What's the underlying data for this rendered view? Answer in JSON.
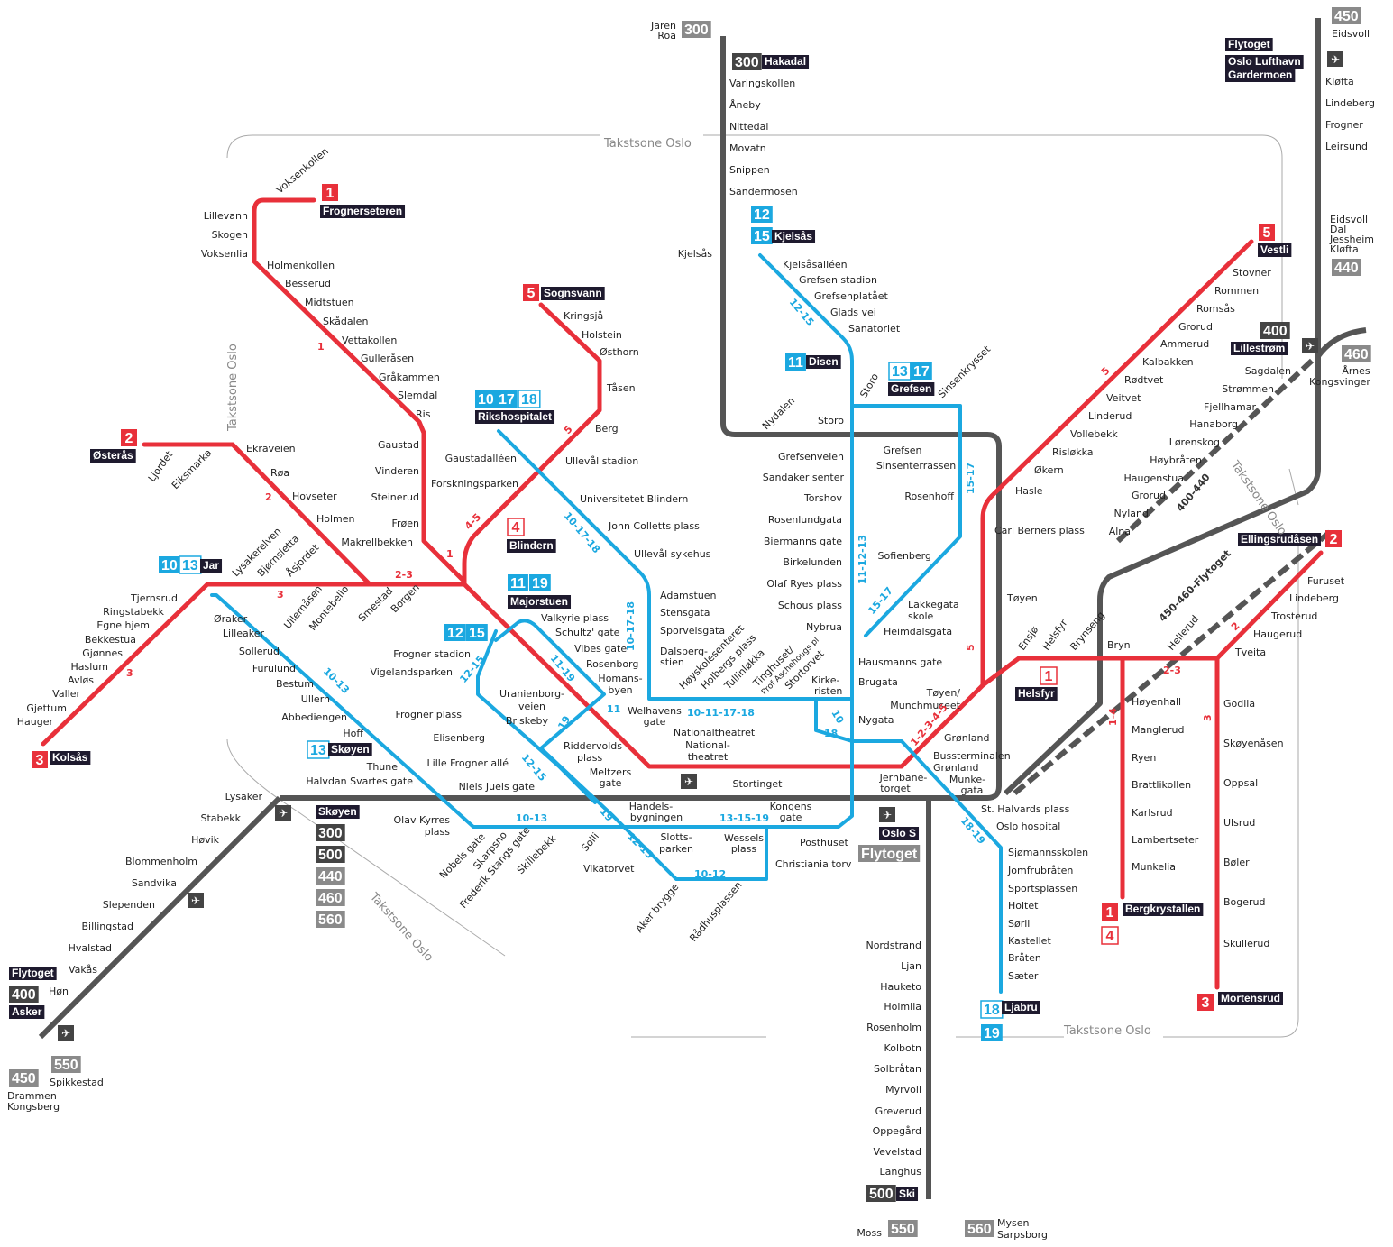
{
  "title": "Oslo rail, metro and tram network map",
  "colors": {
    "metro": "#e8303a",
    "tram": "#1ba8e0",
    "rail": "#555555",
    "badge_dark": "#1e1a2e",
    "zone": "#aaaaaa"
  },
  "zone_labels": [
    "Takstsone Oslo",
    "Takstsone Oslo",
    "Takstsone Oslo",
    "Takstsone Oslo",
    "Takstsone Oslo"
  ],
  "metro_stations": [
    "Voksenkollen",
    "Lillevann",
    "Skogen",
    "Voksenlia",
    "Holmenkollen",
    "Besserud",
    "Midtstuen",
    "Skådalen",
    "Vettakollen",
    "Gulleråsen",
    "Gråkammen",
    "Slemdal",
    "Ris",
    "Gaustad",
    "Vinderen",
    "Steinerud",
    "Frøen",
    "Makrellbekken",
    "Holmen",
    "Hovseter",
    "Røa",
    "Ekraveien",
    "Ljordet",
    "Eiksmarka",
    "Lysakerelven",
    "Bjørnsletta",
    "Åsjordet",
    "Ullernåsen",
    "Montebello",
    "Smestad",
    "Borgen",
    "Tjernsrud",
    "Ringstabekk",
    "Egne hjem",
    "Bekkestua",
    "Gjønnes",
    "Haslum",
    "Avløs",
    "Valler",
    "Gjettum",
    "Hauger",
    "Kringsjå",
    "Holstein",
    "Østhorn",
    "Tåsen",
    "Berg",
    "Ullevål stadion",
    "Forskningsparken",
    "Nationaltheatret",
    "Stortinget",
    "Grønland",
    "Tøyen",
    "Carl Berners plass",
    "Hasle",
    "Økern",
    "Risløkka",
    "Vollebekk",
    "Linderud",
    "Veitvet",
    "Rødtvet",
    "Kalbakken",
    "Ammerud",
    "Grorud",
    "Romsås",
    "Rommen",
    "Stovner",
    "Ensjø",
    "Helsfyr",
    "Brynseng",
    "Bryn",
    "Hellerud",
    "Høyenhall",
    "Manglerud",
    "Ryen",
    "Brattlikollen",
    "Karlsrud",
    "Lambertseter",
    "Munkelia",
    "Godlia",
    "Skøyenåsen",
    "Oppsal",
    "Ulsrud",
    "Bøler",
    "Bogerud",
    "Skullerud",
    "Tveita",
    "Haugerud",
    "Trosterud",
    "Lindeberg",
    "Furuset"
  ],
  "tram_stations": [
    "Kjelsåsalléen",
    "Grefsen stadion",
    "Grefsenplatået",
    "Glads vei",
    "Sanatoriet",
    "Storo",
    "Storo",
    "Grefsen",
    "Sinsenterrassen",
    "Sinsenkrysset",
    "Rosenhoff",
    "Sofienberg",
    "Lakkegata",
    "skole",
    "Heimdalsgata",
    "Hausmanns gate",
    "Brugata",
    "Nygata",
    "Grefsenveien",
    "Sandaker senter",
    "Torshov",
    "Rosenlundgata",
    "Biermanns gate",
    "Birkelunden",
    "Olaf Ryes plass",
    "Schous plass",
    "Nybrua",
    "Kirke-",
    "risten",
    "Stortorvet",
    "Tinghuset/",
    "Prof Aschehougs pl",
    "Tullinløkka",
    "Holbergs plass",
    "Høyskolesenteret",
    "Dalsberg-",
    "stien",
    "Sporveisgata",
    "Stensgata",
    "Adamstuen",
    "Ullevål sykehus",
    "John Colletts plass",
    "Universitetet Blindern",
    "Gaustadalléen",
    "Welhavens",
    "gate",
    "Homans-",
    "byen",
    "Rosenborg",
    "Vibes gate",
    "Schultz' gate",
    "Valkyrie plass",
    "Frogner stadion",
    "Vigelandsparken",
    "Uranienborg-",
    "veien",
    "Briskeby",
    "Frogner plass",
    "Elisenberg",
    "Riddervolds",
    "plass",
    "Meltzers",
    "gate",
    "Lille Frogner allé",
    "Niels Juels gate",
    "Olav Kyrres",
    "plass",
    "Nobels gate",
    "Skarpsno",
    "Frederik Stangs gate",
    "Skillebekk",
    "Solli",
    "Vikatorvet",
    "Aker brygge",
    "Rådhusplassen",
    "Handels-",
    "bygningen",
    "Slotts-",
    "parken",
    "Kongens",
    "gate",
    "Wessels",
    "plass",
    "Posthuset",
    "Christiania torv",
    "Oslo hospital",
    "St. Halvards plass",
    "Munke-",
    "gata",
    "Bussterminalen",
    "Grønland",
    "Jernbane-",
    "torget",
    "Tøyen/",
    "Munchmuseet",
    "Sjømannsskolen",
    "Jomfrubråten",
    "Sportsplassen",
    "Holtet",
    "Sørli",
    "Kastellet",
    "Bråten",
    "Sæter",
    "Øraker",
    "Lilleaker",
    "Sollerud",
    "Furulund",
    "Bestum",
    "Ullern",
    "Abbediengen",
    "Hoff",
    "Thune",
    "Halvdan Svartes gate",
    "National-",
    "theatret"
  ],
  "rail_stations": [
    "Jaren",
    "Roa",
    "Varingskollen",
    "Åneby",
    "Nittedal",
    "Movatn",
    "Snippen",
    "Sandermosen",
    "Kjelsås",
    "Nydalen",
    "Lysaker",
    "Stabekk",
    "Høvik",
    "Blommenholm",
    "Sandvika",
    "Slependen",
    "Billingstad",
    "Hvalstad",
    "Vakås",
    "Høn",
    "Spikkestad",
    "Drammen",
    "Kongsberg",
    "Nordstrand",
    "Ljan",
    "Hauketo",
    "Holmlia",
    "Rosenholm",
    "Kolbotn",
    "Solbråtan",
    "Myrvoll",
    "Greverud",
    "Oppegård",
    "Vevelstad",
    "Langhus",
    "Moss",
    "Mysen",
    "Sarpsborg",
    "Eidsvoll",
    "Kløfta",
    "Lindeberg",
    "Frogner",
    "Leirsund",
    "Eidsvoll",
    "Dal",
    "Jessheim",
    "Kløfta",
    "Årnes",
    "Kongsvinger",
    "Sagdalen",
    "Strømmen",
    "Fjellhamar",
    "Hanaborg",
    "Lørenskog",
    "Høybråten",
    "Haugenstua",
    "Grorud",
    "Nyland",
    "Alna"
  ],
  "line_labels": [
    "1",
    "2",
    "2-3",
    "3",
    "3",
    "5",
    "4-5",
    "1",
    "1-2-3-4-5",
    "5",
    "5",
    "2-3",
    "1-4",
    "3",
    "2",
    "10-17-18",
    "12-15",
    "10-17-18",
    "11-12-13",
    "15-17",
    "15-17",
    "10-13",
    "12-15",
    "11-19",
    "12-15",
    "19",
    "11",
    "10-11-17-18",
    "10",
    "18",
    "13-15-19",
    "10-13",
    "10-12",
    "19",
    "12-15",
    "18-19",
    "400-440",
    "450-460-Flytoget"
  ],
  "badges": [
    {
      "text": "1",
      "kind": "metro"
    },
    {
      "text": "Frognerseteren",
      "kind": "dark"
    },
    {
      "text": "2",
      "kind": "metro"
    },
    {
      "text": "Østerås",
      "kind": "dark"
    },
    {
      "text": "3",
      "kind": "metro"
    },
    {
      "text": "Kolsås",
      "kind": "dark"
    },
    {
      "text": "5",
      "kind": "metro"
    },
    {
      "text": "Sognsvann",
      "kind": "dark"
    },
    {
      "text": "4",
      "kind": "metro-outline"
    },
    {
      "text": "Blindern",
      "kind": "dark"
    },
    {
      "text": "10",
      "kind": "tram"
    },
    {
      "text": "17",
      "kind": "tram"
    },
    {
      "text": "18",
      "kind": "tram-outline"
    },
    {
      "text": "Rikshospitalet",
      "kind": "dark"
    },
    {
      "text": "11",
      "kind": "tram"
    },
    {
      "text": "19",
      "kind": "tram"
    },
    {
      "text": "Majorstuen",
      "kind": "dark"
    },
    {
      "text": "12",
      "kind": "tram"
    },
    {
      "text": "15",
      "kind": "tram"
    },
    {
      "text": "10",
      "kind": "tram"
    },
    {
      "text": "13",
      "kind": "tram-outline"
    },
    {
      "text": "Jar",
      "kind": "dark"
    },
    {
      "text": "13",
      "kind": "tram-outline"
    },
    {
      "text": "Skøyen",
      "kind": "dark"
    },
    {
      "text": "12",
      "kind": "tram"
    },
    {
      "text": "15",
      "kind": "tram"
    },
    {
      "text": "Kjelsås",
      "kind": "dark"
    },
    {
      "text": "11",
      "kind": "tram"
    },
    {
      "text": "Disen",
      "kind": "dark"
    },
    {
      "text": "13",
      "kind": "tram-outline"
    },
    {
      "text": "17",
      "kind": "tram"
    },
    {
      "text": "Grefsen",
      "kind": "dark"
    },
    {
      "text": "18",
      "kind": "tram-outline"
    },
    {
      "text": "Ljabru",
      "kind": "dark"
    },
    {
      "text": "19",
      "kind": "tram"
    },
    {
      "text": "5",
      "kind": "metro"
    },
    {
      "text": "Vestli",
      "kind": "dark"
    },
    {
      "text": "2",
      "kind": "metro"
    },
    {
      "text": "Ellingsrudåsen",
      "kind": "dark"
    },
    {
      "text": "1",
      "kind": "metro-outline"
    },
    {
      "text": "Helsfyr",
      "kind": "dark"
    },
    {
      "text": "1",
      "kind": "metro"
    },
    {
      "text": "Bergkrystallen",
      "kind": "dark"
    },
    {
      "text": "4",
      "kind": "metro-outline"
    },
    {
      "text": "3",
      "kind": "metro"
    },
    {
      "text": "Mortensrud",
      "kind": "dark"
    },
    {
      "text": "300",
      "kind": "rail"
    },
    {
      "text": "300",
      "kind": "rail-dark"
    },
    {
      "text": "Hakadal",
      "kind": "dark"
    },
    {
      "text": "Skøyen",
      "kind": "dark"
    },
    {
      "text": "300",
      "kind": "rail-dark"
    },
    {
      "text": "500",
      "kind": "rail-dark"
    },
    {
      "text": "440",
      "kind": "rail"
    },
    {
      "text": "460",
      "kind": "rail"
    },
    {
      "text": "560",
      "kind": "rail"
    },
    {
      "text": "Oslo S",
      "kind": "dark"
    },
    {
      "text": "Flytoget",
      "kind": "rail"
    },
    {
      "text": "Flytoget",
      "kind": "dark"
    },
    {
      "text": "400",
      "kind": "rail-dark"
    },
    {
      "text": "Asker",
      "kind": "dark"
    },
    {
      "text": "550",
      "kind": "rail"
    },
    {
      "text": "450",
      "kind": "rail"
    },
    {
      "text": "500",
      "kind": "rail-dark"
    },
    {
      "text": "Ski",
      "kind": "dark"
    },
    {
      "text": "550",
      "kind": "rail"
    },
    {
      "text": "560",
      "kind": "rail"
    },
    {
      "text": "450",
      "kind": "rail"
    },
    {
      "text": "Flytoget",
      "kind": "dark"
    },
    {
      "text": "Oslo Lufthavn",
      "kind": "dark"
    },
    {
      "text": "Gardermoen",
      "kind": "dark"
    },
    {
      "text": "440",
      "kind": "rail"
    },
    {
      "text": "400",
      "kind": "rail-dark"
    },
    {
      "text": "Lillestrøm",
      "kind": "dark"
    },
    {
      "text": "460",
      "kind": "rail"
    }
  ],
  "airport_icons": [
    "airport-icon",
    "airport-icon",
    "airport-icon",
    "airport-icon",
    "airport-icon",
    "airport-icon",
    "airport-icon"
  ]
}
